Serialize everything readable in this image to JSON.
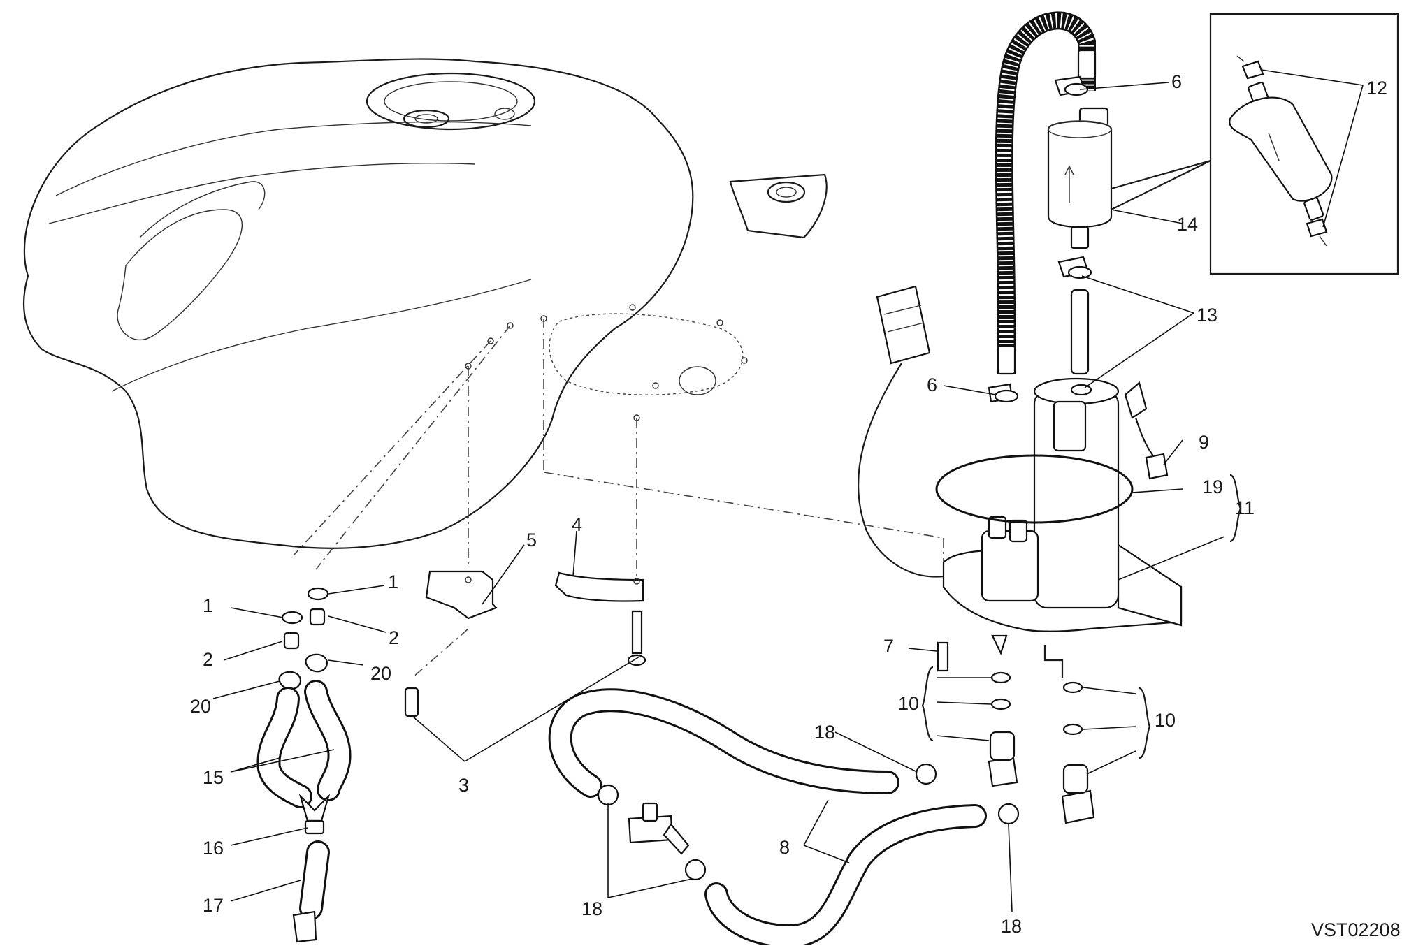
{
  "drawing_code": "VST02208",
  "callouts": [
    {
      "id": "c1a",
      "label": "1"
    },
    {
      "id": "c1b",
      "label": "1"
    },
    {
      "id": "c2a",
      "label": "2"
    },
    {
      "id": "c2b",
      "label": "2"
    },
    {
      "id": "c3",
      "label": "3"
    },
    {
      "id": "c4",
      "label": "4"
    },
    {
      "id": "c5",
      "label": "5"
    },
    {
      "id": "c6a",
      "label": "6"
    },
    {
      "id": "c6b",
      "label": "6"
    },
    {
      "id": "c7",
      "label": "7"
    },
    {
      "id": "c8",
      "label": "8"
    },
    {
      "id": "c9",
      "label": "9"
    },
    {
      "id": "c10a",
      "label": "10"
    },
    {
      "id": "c10b",
      "label": "10"
    },
    {
      "id": "c11",
      "label": "11"
    },
    {
      "id": "c12",
      "label": "12"
    },
    {
      "id": "c13",
      "label": "13"
    },
    {
      "id": "c14",
      "label": "14"
    },
    {
      "id": "c15",
      "label": "15"
    },
    {
      "id": "c16",
      "label": "16"
    },
    {
      "id": "c17",
      "label": "17"
    },
    {
      "id": "c18a",
      "label": "18"
    },
    {
      "id": "c18b",
      "label": "18"
    },
    {
      "id": "c18c",
      "label": "18"
    },
    {
      "id": "c19",
      "label": "19"
    },
    {
      "id": "c20a",
      "label": "20"
    },
    {
      "id": "c20b",
      "label": "20"
    }
  ]
}
